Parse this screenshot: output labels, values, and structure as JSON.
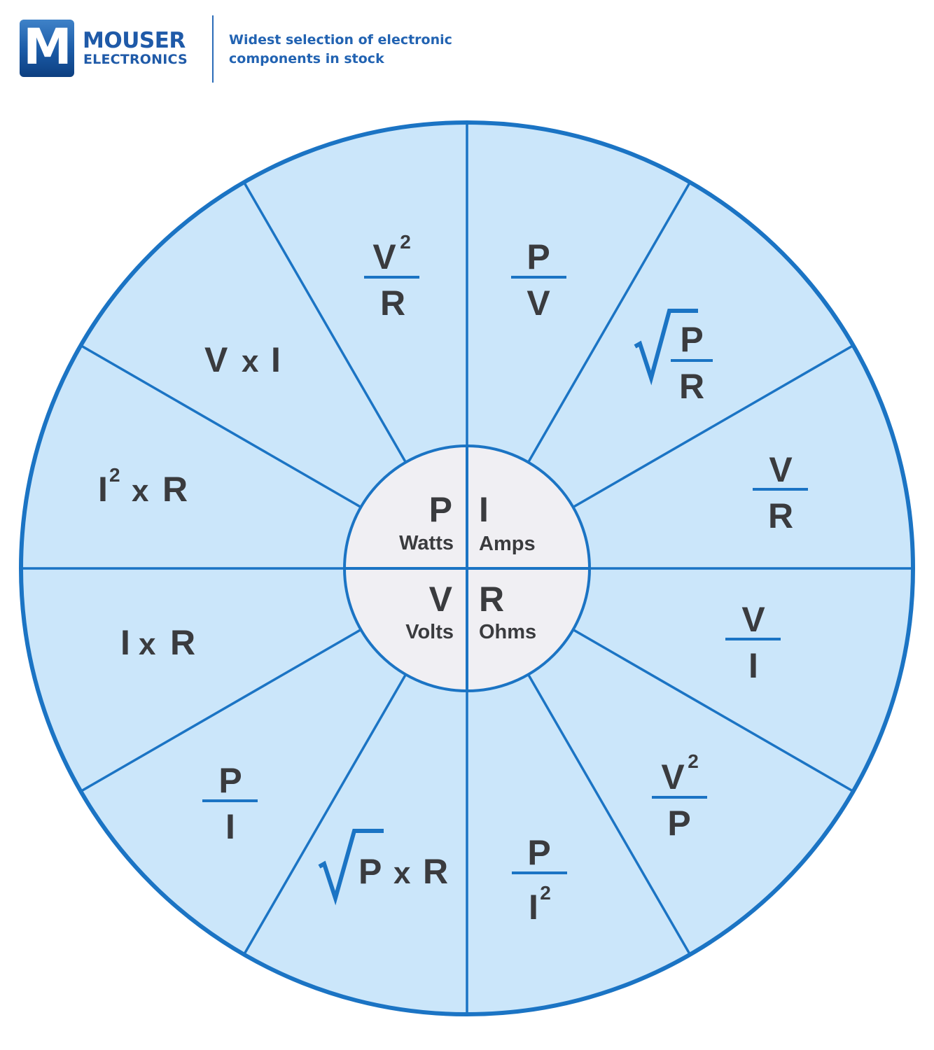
{
  "header": {
    "logo_letter": "M",
    "brand_name": "MOUSER",
    "brand_sub": "ELECTRONICS",
    "tagline_line1": "Widest selection of electronic",
    "tagline_line2": "components in stock"
  },
  "colors": {
    "brand_blue": "#1f5aa8",
    "ring_blue": "#1b74c4",
    "segment_fill": "#cbe6fa",
    "center_fill": "#f0eff3",
    "text_dark": "#3a3b3e"
  },
  "wheel": {
    "center": {
      "power": {
        "symbol": "P",
        "unit": "Watts"
      },
      "current": {
        "symbol": "I",
        "unit": "Amps"
      },
      "voltage": {
        "symbol": "V",
        "unit": "Volts"
      },
      "resistance": {
        "symbol": "R",
        "unit": "Ohms"
      }
    },
    "formulas": {
      "i_from_p_v": {
        "num": "P",
        "den": "V"
      },
      "i_from_sqrt_p_r": {
        "num": "P",
        "den": "R"
      },
      "i_from_v_r": {
        "num": "V",
        "den": "R"
      },
      "r_from_v_i": {
        "num": "V",
        "den": "I"
      },
      "r_from_v2_p": {
        "num": "V",
        "num_exp": "2",
        "den": "P"
      },
      "r_from_p_i2": {
        "num": "P",
        "den": "I",
        "den_exp": "2"
      },
      "v_from_sqrt_p_r": {
        "a": "P",
        "op": "x",
        "b": "R"
      },
      "v_from_p_i": {
        "num": "P",
        "den": "I"
      },
      "v_from_i_r": {
        "a": "I",
        "op": "x",
        "b": "R"
      },
      "p_from_i2_r": {
        "a": "I",
        "a_exp": "2",
        "op": "x",
        "b": "R"
      },
      "p_from_v_i": {
        "a": "V",
        "op": "x",
        "b": "I"
      },
      "p_from_v2_r": {
        "num": "V",
        "num_exp": "2",
        "den": "R"
      }
    }
  }
}
